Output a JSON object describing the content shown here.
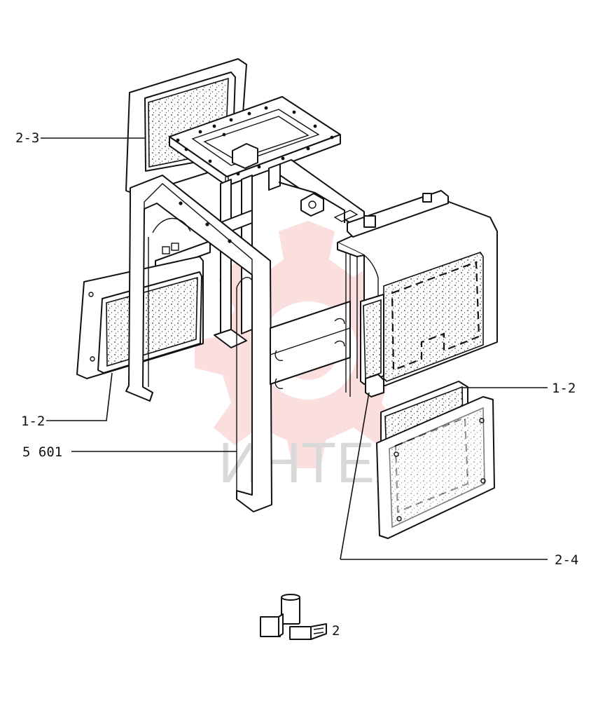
{
  "watermark": {
    "text": "ИНТЕХ",
    "color": "#f08080"
  },
  "callouts": {
    "c_2_3": "2-3",
    "c_1_2_left": "1-2",
    "c_5601": "5 601",
    "c_1_2_right": "1-2",
    "c_2_4": "2-4",
    "c_2": "2"
  }
}
